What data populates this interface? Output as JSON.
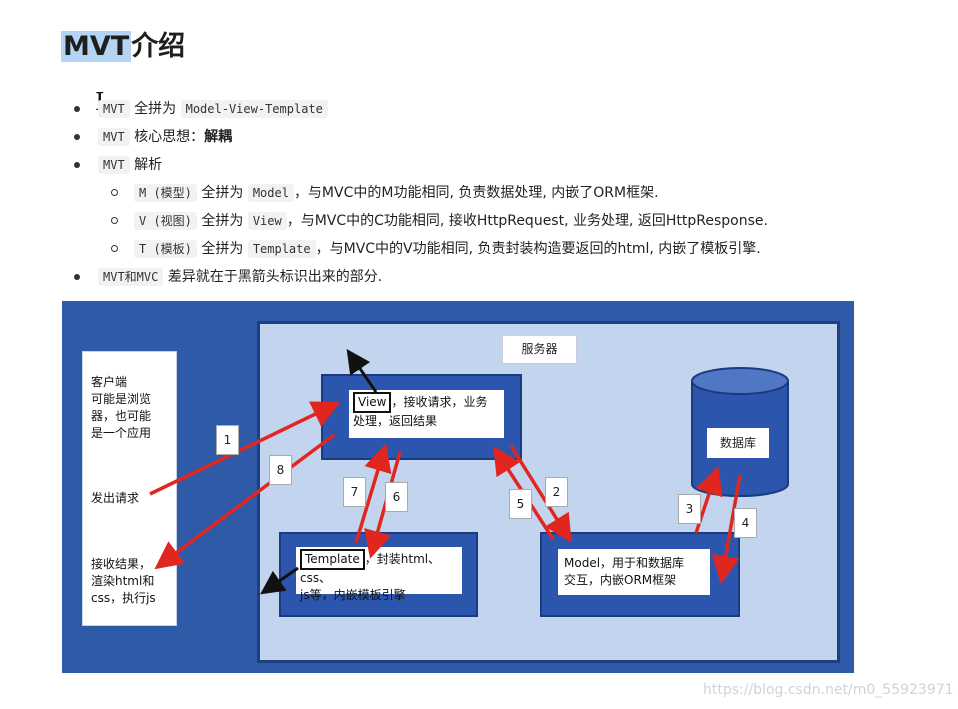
{
  "title": {
    "highlight": "MVT",
    "rest": "介绍"
  },
  "bullets": [
    {
      "code": "MVT",
      "text": "全拼为",
      "code2": "Model-View-Template"
    },
    {
      "code": "MVT",
      "text": "核心思想：",
      "bold": "解耦"
    },
    {
      "code": "MVT",
      "text": "解析"
    }
  ],
  "subs": [
    {
      "code": "M (模型)",
      "mid": "全拼为",
      "code2": "Model",
      "text": "，与MVC中的M功能相同, 负责数据处理, 内嵌了ORM框架."
    },
    {
      "code": "V (视图)",
      "mid": "全拼为",
      "code2": "View",
      "text": "，与MVC中的C功能相同, 接收HttpRequest, 业务处理,  返回HttpResponse."
    },
    {
      "code": "T (模板)",
      "mid": "全拼为",
      "code2": "Template",
      "text": "，与MVC中的V功能相同, 负责封装构造要返回的html, 内嵌了模板引擎."
    }
  ],
  "last_bullet": {
    "code": "MVT和MVC",
    "text": "差异就在于黑箭头标识出来的部分."
  },
  "diagram": {
    "client": {
      "line1": "客户端",
      "line2": "可能是浏览",
      "line3": "器，也可能",
      "line4": "是一个应用",
      "send": "发出请求",
      "recv1": "接收结果，",
      "recv2": "渲染html和",
      "recv3": "css，执行js"
    },
    "server_label": "服务器",
    "view": {
      "kw": "View",
      "l1": "，接收请求，业务",
      "l2": "处理，返回结果"
    },
    "template": {
      "kw": "Template",
      "l1": "，封装html、css、",
      "l2": "js等，内嵌模板引擎"
    },
    "model": {
      "l1": "Model，用于和数据库",
      "l2": "交互，内嵌ORM框架"
    },
    "database": "数据库",
    "steps": [
      "1",
      "2",
      "3",
      "4",
      "5",
      "6",
      "7",
      "8"
    ],
    "colors": {
      "outer": "#2e5aa8",
      "server_bg": "#c3d4ef",
      "arrow": "#e0261f"
    }
  },
  "watermark": "https://blog.csdn.net/m0_55923971"
}
